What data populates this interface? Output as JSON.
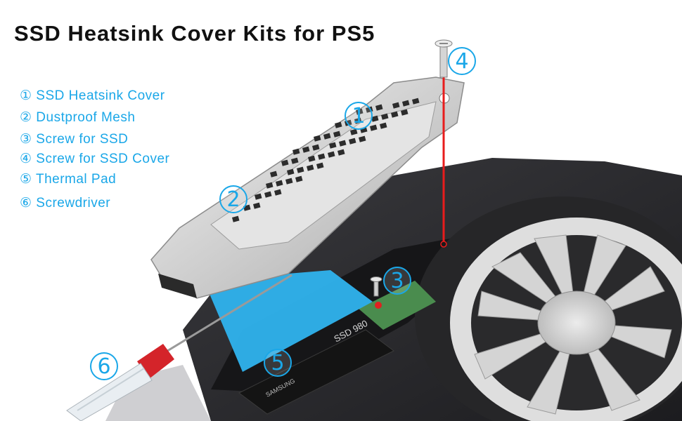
{
  "title": "SSD Heatsink Cover Kits for PS5",
  "parts": [
    "① SSD Heatsink Cover",
    "② Dustproof Mesh",
    "③ Screw for SSD",
    "④ Screw for SSD Cover",
    "⑤ Thermal Pad",
    "⑥ Screwdriver"
  ],
  "callouts": [
    "1",
    "2",
    "3",
    "4",
    "5",
    "6"
  ],
  "ssd_label": "SSD 980",
  "ssd_brand": "SAMSUNG",
  "colors": {
    "accent": "#1aa7e8",
    "thermal_pad": "#2fb3ee",
    "guide_line": "#e81c1c",
    "console_dark": "#2b2b2e",
    "cover_metal": "#d9d9d9"
  }
}
